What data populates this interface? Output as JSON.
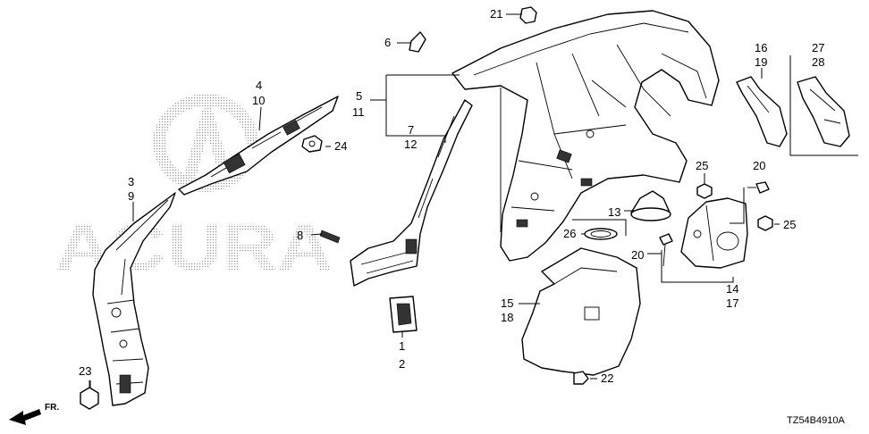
{
  "watermark": {
    "text": "ACURA"
  },
  "direction_indicator": {
    "label": "FR."
  },
  "part_code": "TZ54B4910A",
  "callouts": [
    {
      "id": "c1",
      "text": "1"
    },
    {
      "id": "c2",
      "text": "2"
    },
    {
      "id": "c3",
      "text": "3"
    },
    {
      "id": "c9",
      "text": "9"
    },
    {
      "id": "c4",
      "text": "4"
    },
    {
      "id": "c10",
      "text": "10"
    },
    {
      "id": "c5",
      "text": "5"
    },
    {
      "id": "c11",
      "text": "11"
    },
    {
      "id": "c6",
      "text": "6"
    },
    {
      "id": "c7",
      "text": "7"
    },
    {
      "id": "c12",
      "text": "12"
    },
    {
      "id": "c8",
      "text": "8"
    },
    {
      "id": "c13",
      "text": "13"
    },
    {
      "id": "c14",
      "text": "14"
    },
    {
      "id": "c17",
      "text": "17"
    },
    {
      "id": "c15",
      "text": "15"
    },
    {
      "id": "c18",
      "text": "18"
    },
    {
      "id": "c16",
      "text": "16"
    },
    {
      "id": "c19",
      "text": "19"
    },
    {
      "id": "c20a",
      "text": "20"
    },
    {
      "id": "c20b",
      "text": "20"
    },
    {
      "id": "c21",
      "text": "21"
    },
    {
      "id": "c22",
      "text": "22"
    },
    {
      "id": "c23",
      "text": "23"
    },
    {
      "id": "c24",
      "text": "24"
    },
    {
      "id": "c25a",
      "text": "25"
    },
    {
      "id": "c25b",
      "text": "25"
    },
    {
      "id": "c26",
      "text": "26"
    },
    {
      "id": "c27",
      "text": "27"
    },
    {
      "id": "c28",
      "text": "28"
    }
  ]
}
